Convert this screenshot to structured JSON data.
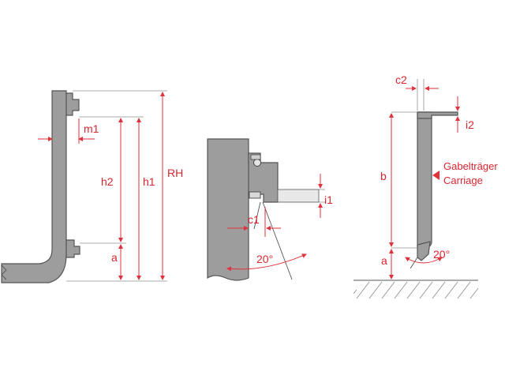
{
  "labels": {
    "m1": "m1",
    "h2": "h2",
    "h1": "h1",
    "rh": "RH",
    "a_left": "a",
    "c1": "c1",
    "i1": "i1",
    "angle_mid": "20°",
    "c2": "c2",
    "i2": "i2",
    "b": "b",
    "a_right": "a",
    "angle_right": "20°",
    "carriage_de": "Gabelträger",
    "carriage_en": "Carriage"
  },
  "colors": {
    "dimension": "#e0323c",
    "label": "#d8262f",
    "steel_fill": "#9d9d9d",
    "steel_outline": "#555555"
  },
  "icons": {
    "carriage_pointer": "arrow-left-icon"
  }
}
